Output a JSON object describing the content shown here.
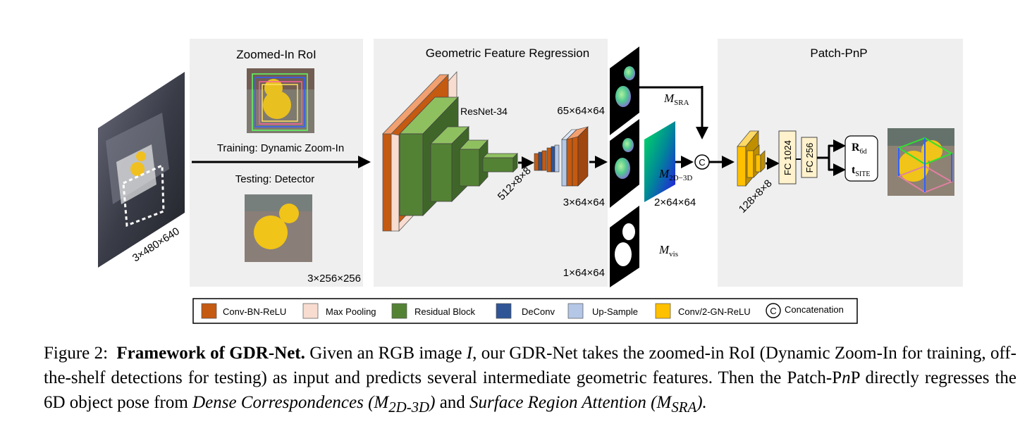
{
  "panels": {
    "zoom_title": "Zoomed-In RoI",
    "training_label": "Training: Dynamic Zoom-In",
    "testing_label": "Testing: Detector",
    "zoom_dim": "3×256×256",
    "input_dim": "3×480×640",
    "geo_title": "Geometric Feature Regression",
    "resnet_label": "ResNet-34",
    "feat_dim": "512×8×8",
    "upper_dim": "65×64×64",
    "lower_dim": "3×64×64",
    "vis_dim": "1×64×64",
    "m2d3d_dim": "2×64×64",
    "pnp_title": "Patch-PnP",
    "conv_dim": "128×8×8",
    "fc1": "FC 1024",
    "fc2": "FC 256",
    "concat_symbol": "C"
  },
  "symbols": {
    "m_sra": {
      "base": "M",
      "sub": "SRA"
    },
    "m_2d3d": {
      "base": "M",
      "sub": "2D−3D"
    },
    "m_vis": {
      "base": "M",
      "sub": "vis"
    },
    "r6d": {
      "base": "R",
      "sub": "6d"
    },
    "tsite": {
      "base": "t",
      "sub": "SITE"
    }
  },
  "legend": [
    {
      "label": "Conv-BN-ReLU",
      "color": "#c55a11"
    },
    {
      "label": "Max Pooling",
      "color": "#f8dcd0"
    },
    {
      "label": "Residual Block",
      "color": "#548235"
    },
    {
      "label": "DeConv",
      "color": "#2f5597"
    },
    {
      "label": "Up-Sample",
      "color": "#b4c7e7"
    },
    {
      "label": "Conv/2-GN-ReLU",
      "color": "#ffc000"
    },
    {
      "label": "Concatenation",
      "icon": "concat-icon",
      "symbol": "C"
    }
  ],
  "colors": {
    "panel_bg": "#efefef",
    "conv": "#c55a11",
    "pool": "#f8dcd0",
    "residual": "#548235",
    "deconv": "#2f5597",
    "upsample": "#b4c7e7",
    "gn": "#ffc000",
    "fc": "#fff2cc"
  },
  "caption": {
    "label": "Figure 2:",
    "title": "Framework of GDR-Net.",
    "t1": " Given an RGB image ",
    "var_i": "I",
    "t2": ", our GDR-Net takes the zoomed-in RoI (Dynamic Zoom-In for training, off-the-shelf detections for testing) as input and predicts several intermediate geometric features. Then the Patch-P",
    "var_n": "n",
    "t3": "P directly regresses the 6D object pose from ",
    "dc": "Dense Correspondences (",
    "m": "M",
    "sub1": "2D-3D",
    "close": ")",
    "and": " and ",
    "sra": "Surface Region Attention (",
    "sub2": "SRA",
    "end": ")."
  }
}
